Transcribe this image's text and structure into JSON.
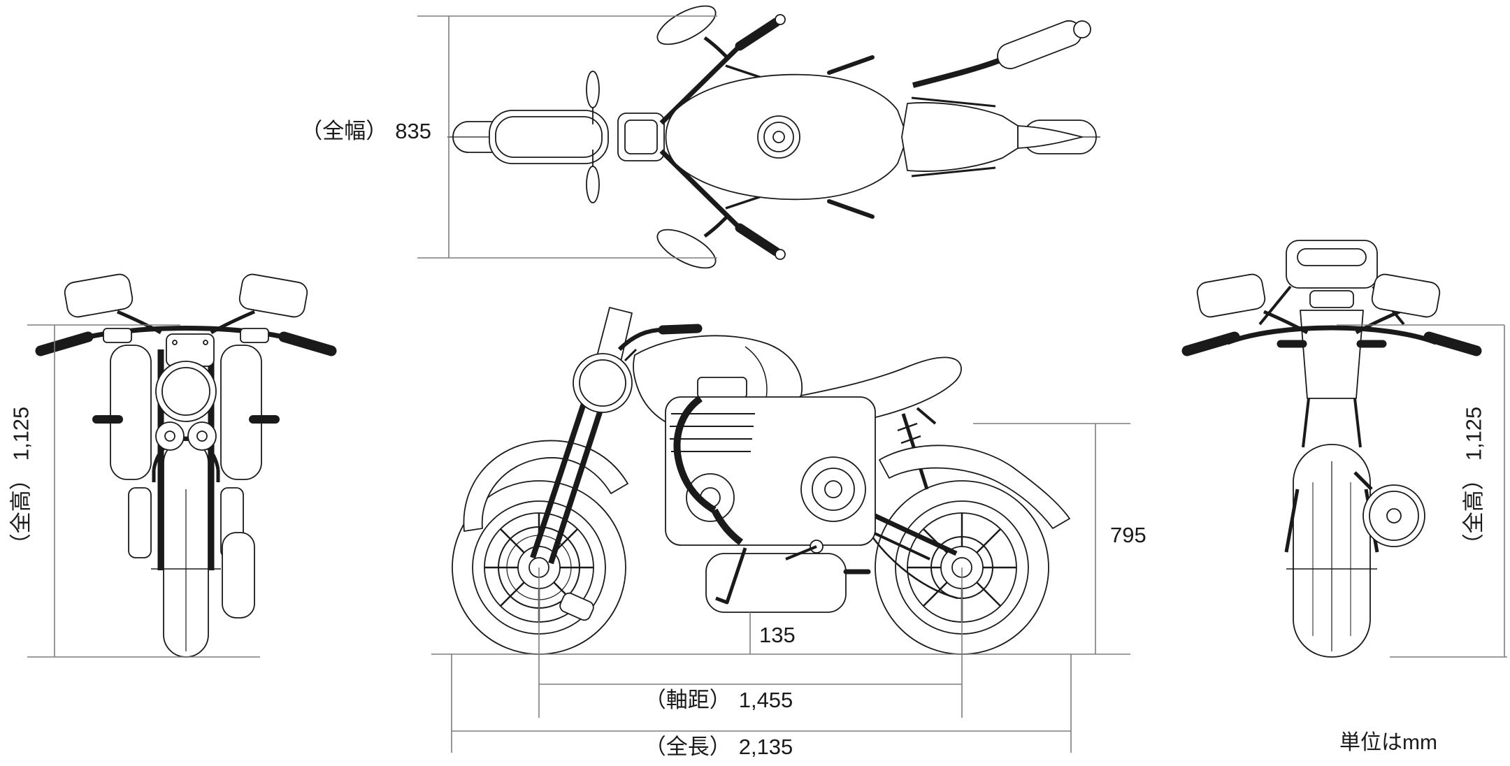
{
  "colors": {
    "background": "#ffffff",
    "artwork_line": "#1a1a1a",
    "dimension_line": "#7d7d7d",
    "text": "#1a1a1a"
  },
  "dimensions": {
    "overall_width": {
      "label": "（全幅）",
      "value": "835"
    },
    "overall_height_left": {
      "label": "（全高）",
      "value": "1,125"
    },
    "overall_height_right": {
      "label": "（全高）",
      "value": "1,125"
    },
    "seat_height": {
      "value": "795"
    },
    "ground_clearance": {
      "value": "135"
    },
    "wheelbase": {
      "label": "（軸距）",
      "value": "1,455"
    },
    "overall_length": {
      "label": "（全長）",
      "value": "2,135"
    },
    "units_note": "単位はmm"
  }
}
